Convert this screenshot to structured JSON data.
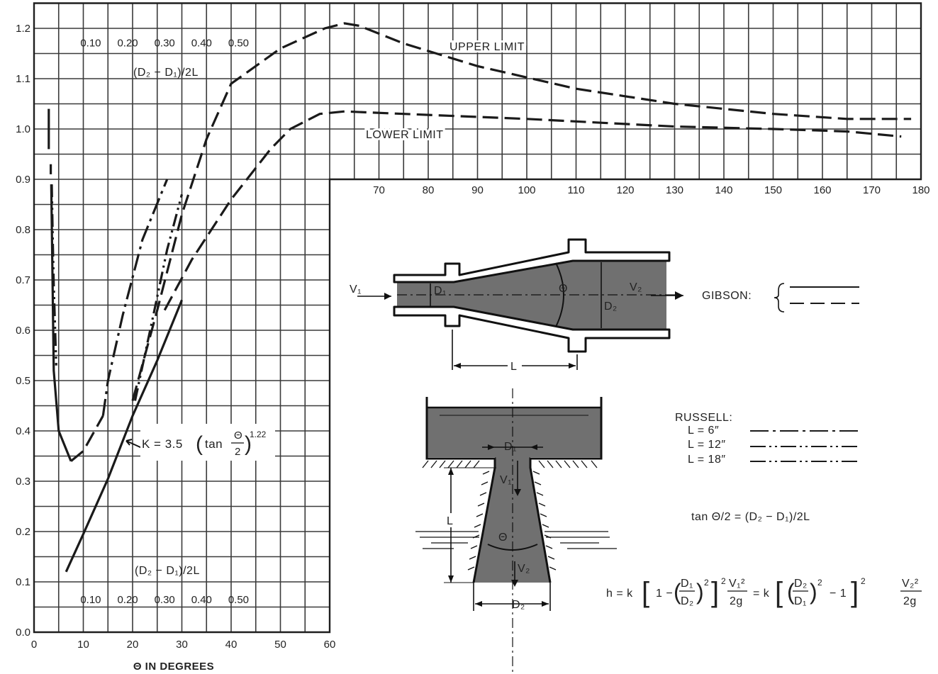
{
  "chart_data": {
    "type": "line",
    "ylim": [
      0,
      1.25
    ],
    "y_ticks": [
      "0.0",
      "0.1",
      "0.2",
      "0.3",
      "0.4",
      "0.5",
      "0.6",
      "0.7",
      "0.8",
      "0.9",
      "1.0",
      "1.1",
      "1.2"
    ],
    "x_ticks_lower": [
      "0",
      "10",
      "20",
      "30",
      "40",
      "50",
      "60"
    ],
    "x_ticks_upper": [
      "70",
      "80",
      "90",
      "100",
      "110",
      "120",
      "130",
      "140",
      "150",
      "160",
      "170",
      "180"
    ],
    "xlabel": "Θ IN DEGREES",
    "ratio_axis_label": "(D₂ − D₁)/2L",
    "ratio_ticks": [
      "0.10",
      "0.20",
      "0.30",
      "0.40",
      "0.50"
    ],
    "grid": true,
    "series": [
      {
        "role": "gibson-solid",
        "style": "solid",
        "points": [
          [
            3,
            1.04
          ],
          [
            3,
            0.96
          ]
        ]
      },
      {
        "role": "gibson-solid",
        "style": "solid",
        "points": [
          [
            3.5,
            0.89
          ],
          [
            4,
            0.52
          ],
          [
            5,
            0.4
          ],
          [
            7.5,
            0.34
          ]
        ]
      },
      {
        "role": "gibson-dash",
        "style": "dash",
        "points": [
          [
            3.4,
            0.93
          ],
          [
            3.4,
            0.91
          ]
        ]
      },
      {
        "role": "russell-18",
        "style": "dashdotdot",
        "points": [
          [
            3.6,
            0.89
          ],
          [
            3.8,
            0.78
          ],
          [
            4,
            0.69
          ],
          [
            4.5,
            0.53
          ]
        ]
      },
      {
        "role": "gibson-dash",
        "style": "dash",
        "points": [
          [
            7.5,
            0.34
          ],
          [
            10,
            0.36
          ],
          [
            14,
            0.43
          ]
        ]
      },
      {
        "role": "russell-6",
        "style": "dashdot",
        "points": [
          [
            14,
            0.43
          ],
          [
            15,
            0.5
          ],
          [
            18,
            0.63
          ],
          [
            22,
            0.78
          ],
          [
            27,
            0.9
          ]
        ]
      },
      {
        "role": "formula",
        "style": "solid",
        "points": [
          [
            6.5,
            0.12
          ],
          [
            10,
            0.195
          ],
          [
            15,
            0.305
          ],
          [
            20,
            0.43
          ],
          [
            25,
            0.54
          ],
          [
            30,
            0.66
          ]
        ]
      },
      {
        "role": "gibson-dash",
        "style": "dash",
        "points": [
          [
            20,
            0.46
          ],
          [
            25,
            0.64
          ],
          [
            30,
            0.83
          ],
          [
            35,
            0.98
          ],
          [
            40,
            1.09
          ],
          [
            50,
            1.16
          ],
          [
            59,
            1.2
          ],
          [
            63,
            1.21
          ],
          [
            66,
            1.205
          ],
          [
            75,
            1.17
          ],
          [
            90,
            1.125
          ],
          [
            110,
            1.08
          ],
          [
            130,
            1.05
          ],
          [
            150,
            1.03
          ],
          [
            165,
            1.02
          ],
          [
            178,
            1.02
          ]
        ]
      },
      {
        "role": "russell-12",
        "style": "dashdotdot",
        "points": [
          [
            20.5,
            0.46
          ],
          [
            24,
            0.62
          ],
          [
            27,
            0.76
          ],
          [
            30,
            0.87
          ]
        ]
      },
      {
        "role": "gibson-dash",
        "style": "dash",
        "points": [
          [
            26.5,
            0.64
          ],
          [
            32,
            0.74
          ],
          [
            40,
            0.86
          ],
          [
            48,
            0.96
          ],
          [
            52,
            1.0
          ],
          [
            58,
            1.03
          ],
          [
            63,
            1.035
          ],
          [
            75,
            1.03
          ],
          [
            100,
            1.02
          ],
          [
            130,
            1.005
          ],
          [
            150,
            1.0
          ],
          [
            165,
            0.995
          ],
          [
            176,
            0.985
          ]
        ]
      }
    ]
  },
  "labels": {
    "upper_limit": "UPPER LIMIT",
    "lower_limit": "LOWER LIMIT",
    "formula_k": "K = 3.5",
    "formula_tan": "tan",
    "formula_theta": "Θ",
    "formula_two": "2",
    "formula_exp": "1.22",
    "gibson": "GIBSON:",
    "russell": "RUSSELL:",
    "russell_items": [
      "L = 6″",
      "L = 12″",
      "L = 18″"
    ],
    "tan_relation": "tan Θ/2 = (D₂ − D₁)/2L",
    "head_loss_formula": "h = k[1 − (D₁/D₂)²]² V₁²/2g = k[(D₂/D₁)² − 1]² V₂²/2g"
  },
  "diagram": {
    "d1": "D₁",
    "d2": "D₂",
    "v1": "V₁",
    "v2": "V₂",
    "l": "L",
    "theta": "Θ"
  },
  "colors": {
    "fluid": "#707070",
    "ink": "#1a1a1a"
  }
}
